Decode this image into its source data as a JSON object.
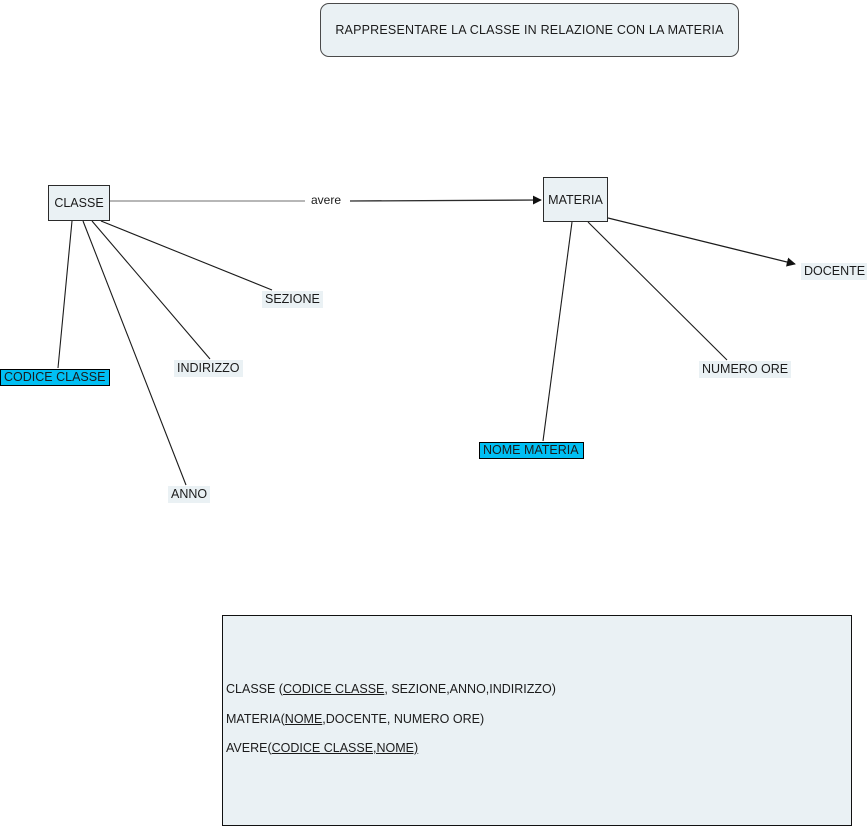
{
  "title": {
    "text": "RAPPRESENTARE LA CLASSE IN RELAZIONE CON LA MATERIA"
  },
  "colors": {
    "box_fill": "#eaf1f4",
    "key_highlight": "#00bff3",
    "stroke": "#2b2b2b",
    "page_background": "#ffffff"
  },
  "diagram": {
    "entities": [
      {
        "id": "classe",
        "label": "CLASSE"
      },
      {
        "id": "materia",
        "label": "MATERIA"
      }
    ],
    "relationships": [
      {
        "id": "avere",
        "label": "avere",
        "from": "CLASSE",
        "to": "MATERIA",
        "directed": true
      }
    ],
    "attributes": [
      {
        "id": "codice-classe",
        "label": "CODICE CLASSE",
        "owner": "CLASSE",
        "is_key": true
      },
      {
        "id": "sezione",
        "label": "SEZIONE",
        "owner": "CLASSE",
        "is_key": false
      },
      {
        "id": "indirizzo",
        "label": "INDIRIZZO",
        "owner": "CLASSE",
        "is_key": false
      },
      {
        "id": "anno",
        "label": "ANNO",
        "owner": "CLASSE",
        "is_key": false
      },
      {
        "id": "nome-materia",
        "label": "NOME MATERIA",
        "owner": "MATERIA",
        "is_key": true
      },
      {
        "id": "docente",
        "label": "DOCENTE",
        "owner": "MATERIA",
        "is_key": false
      },
      {
        "id": "numero-ore",
        "label": "NUMERO ORE",
        "owner": "MATERIA",
        "is_key": false
      }
    ]
  },
  "schema": {
    "lines": [
      {
        "id": "classe",
        "parts": [
          {
            "text": "CLASSE (",
            "underline": false
          },
          {
            "text": "CODICE CLASSE",
            "underline": true
          },
          {
            "text": ", SEZIONE,ANNO,INDIRIZZO)",
            "underline": false
          }
        ]
      },
      {
        "id": "materia",
        "parts": [
          {
            "text": "MATERIA(",
            "underline": false
          },
          {
            "text": "NOME",
            "underline": true
          },
          {
            "text": ",DOCENTE, NUMERO ORE)",
            "underline": false
          }
        ]
      },
      {
        "id": "avere",
        "parts": [
          {
            "text": "AVERE(",
            "underline": false
          },
          {
            "text": "CODICE CLASSE,NOME)",
            "underline": true
          }
        ]
      }
    ]
  }
}
